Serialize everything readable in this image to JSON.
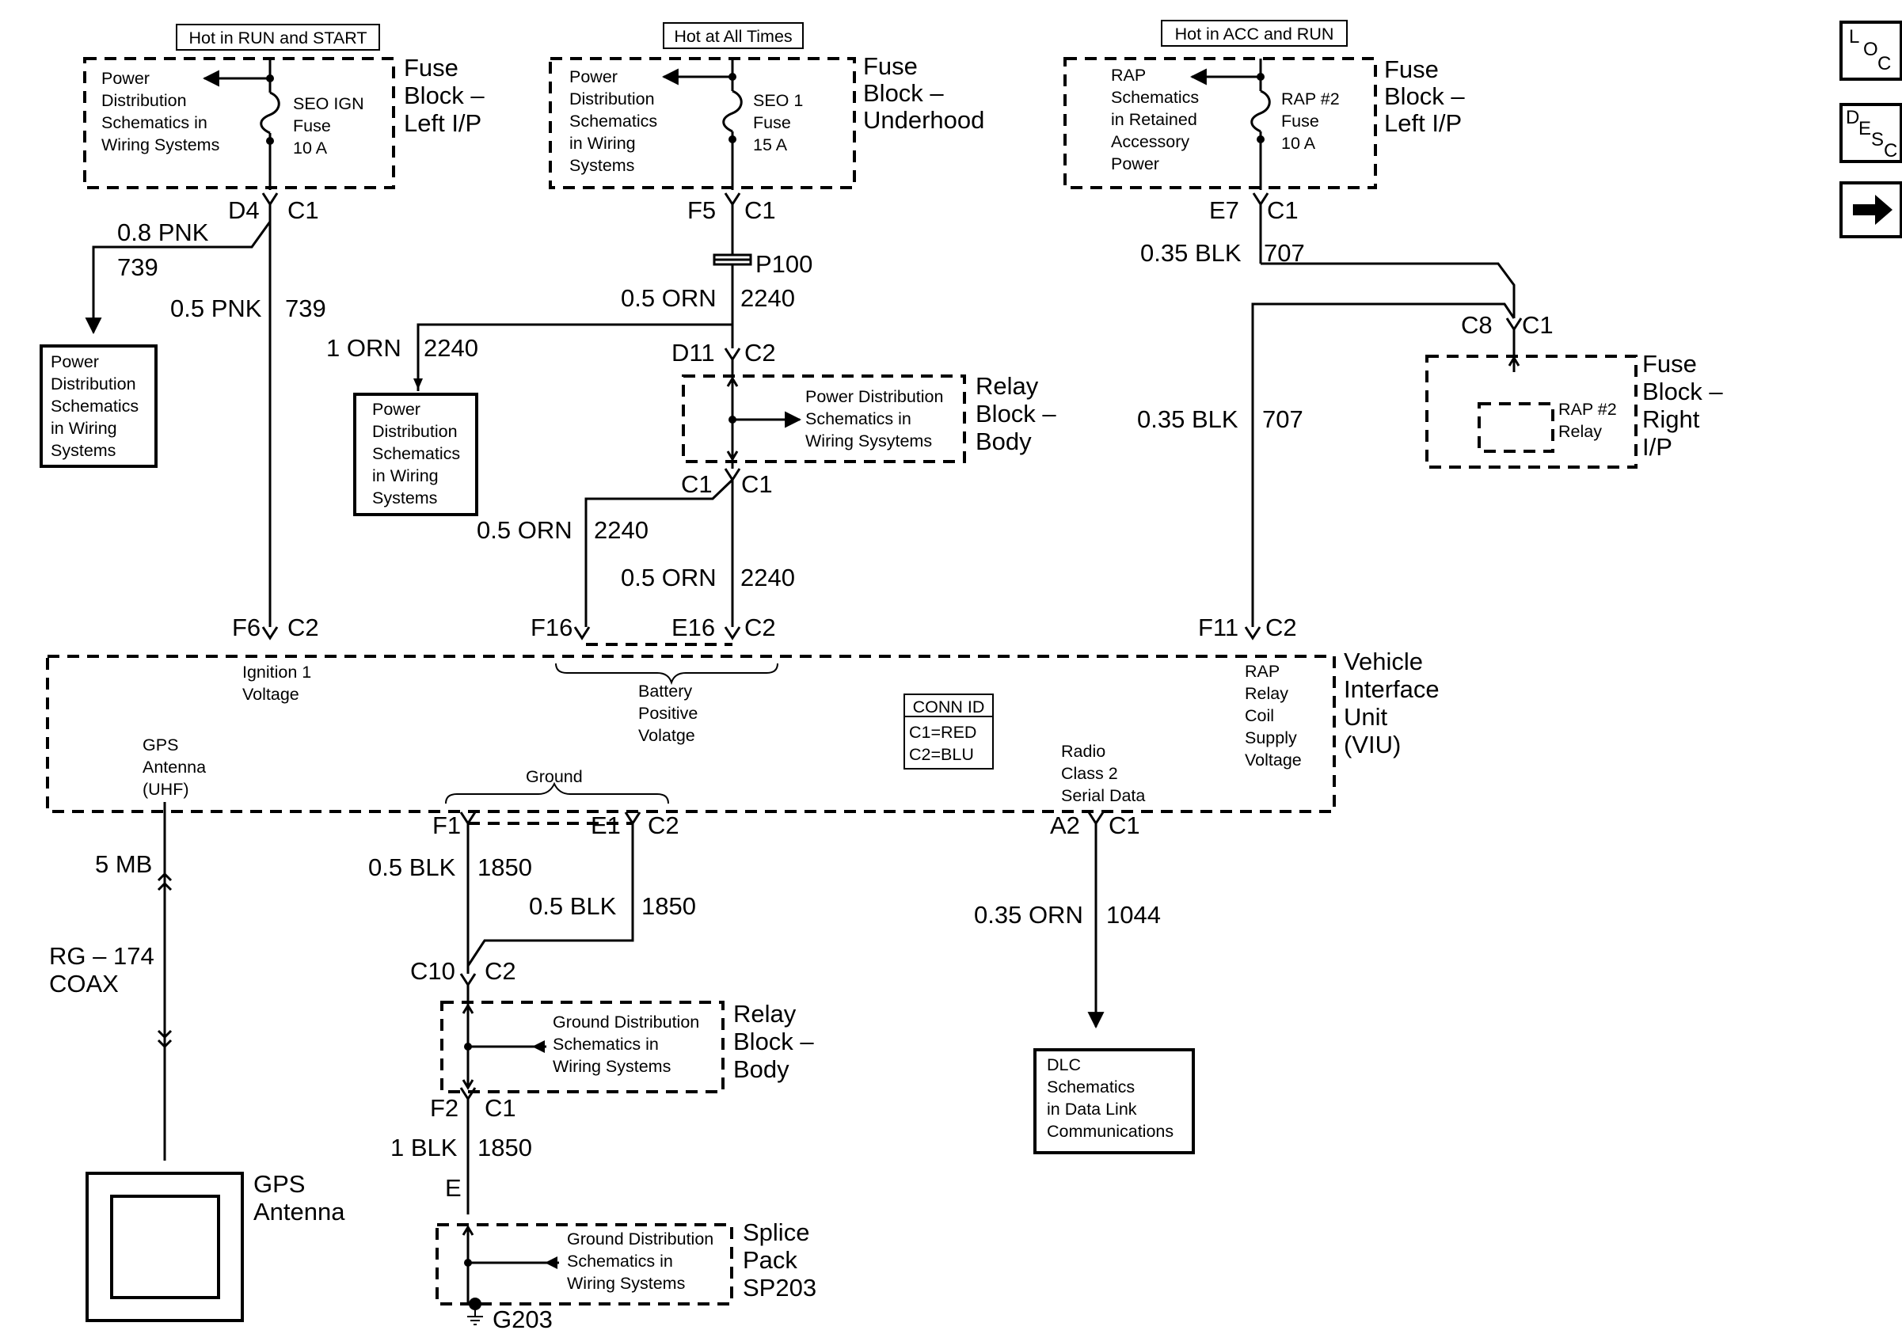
{
  "heads": {
    "run_start": "Hot in RUN and START",
    "all_times": "Hot at All Times",
    "acc_run": "Hot in ACC and RUN"
  },
  "fb_left": {
    "ref": [
      "Power",
      "Distribution",
      "Schematics in",
      "Wiring Systems"
    ],
    "fuse": [
      "SEO IGN",
      "Fuse",
      "10 A"
    ],
    "title": [
      "Fuse",
      "Block –",
      "Left I/P"
    ]
  },
  "fb_under": {
    "ref": [
      "Power",
      "Distribution",
      "Schematics",
      "in Wiring",
      "Systems"
    ],
    "fuse": [
      "SEO 1",
      "Fuse",
      "15 A"
    ],
    "title": [
      "Fuse",
      "Block –",
      "Underhood"
    ]
  },
  "fb_left2": {
    "ref": [
      "RAP",
      "Schematics",
      "in Retained",
      "Accessory",
      "Power"
    ],
    "fuse": [
      "RAP #2",
      "Fuse",
      "10 A"
    ],
    "title": [
      "Fuse",
      "Block –",
      "Left I/P"
    ]
  },
  "pins": {
    "d4": "D4",
    "d4c": "C1",
    "f5": "F5",
    "f5c": "C1",
    "e7": "E7",
    "e7c": "C1",
    "d11": "D11",
    "d11c": "C2",
    "c1a": "C1",
    "c1b": "C1",
    "c8": "C8",
    "c8c": "C1",
    "f6": "F6",
    "f6c": "C2",
    "f16": "F16",
    "e16": "E16",
    "e16c": "C2",
    "f11": "F11",
    "f11c": "C2",
    "f1": "F1",
    "e1": "E1",
    "e1c": "C2",
    "a2": "A2",
    "a2c": "C1",
    "c10": "C10",
    "c10c": "C2",
    "f2": "F2",
    "f2c": "C1",
    "e": "E"
  },
  "wires": {
    "w1a": "0.8 PNK",
    "w1b": "739",
    "w2a": "0.5 PNK",
    "w2b": "739",
    "w3a": "0.5 ORN",
    "w3b": "2240",
    "w4a": "1 ORN",
    "w4b": "2240",
    "w5a": "0.5 ORN",
    "w5b": "2240",
    "w6a": "0.5 ORN",
    "w6b": "2240",
    "w7a": "0.35 BLK",
    "w7b": "707",
    "w8a": "0.35 BLK",
    "w8b": "707",
    "w9a": "0.5 BLK",
    "w9b": "1850",
    "w10a": "0.5 BLK",
    "w10b": "1850",
    "w11a": "0.35 ORN",
    "w11b": "1044",
    "w12a": "1 BLK",
    "w12b": "1850",
    "coax1": "5 MB",
    "coax2": [
      "RG – 174",
      "COAX"
    ]
  },
  "p100": "P100",
  "pd_left": [
    "Power",
    "Distribution",
    "Schematics",
    "in Wiring",
    "Systems"
  ],
  "pd_mid": [
    "Power",
    "Distribution",
    "Schematics",
    "in Wiring",
    "Systems"
  ],
  "relay_top": {
    "ref": [
      "Power Distribution",
      "Schematics in",
      "Wiring Sysytems"
    ],
    "title": [
      "Relay",
      "Block –",
      "Body"
    ]
  },
  "fb_right": {
    "relay": [
      "RAP #2",
      "Relay"
    ],
    "title": [
      "Fuse",
      "Block –",
      "Right",
      "I/P"
    ]
  },
  "viu": {
    "title": [
      "Vehicle",
      "Interface",
      "Unit",
      "(VIU)"
    ],
    "ign": [
      "Ignition 1",
      "Voltage"
    ],
    "batt": [
      "Battery",
      "Positive",
      "Volatge"
    ],
    "rap": [
      "RAP",
      "Relay",
      "Coil",
      "Supply",
      "Voltage"
    ],
    "gps": [
      "GPS",
      "Antenna",
      "(UHF)"
    ],
    "ground": "Ground",
    "radio": [
      "Radio",
      "Class 2",
      "Serial Data"
    ],
    "connid_title": "CONN ID",
    "connid": [
      "C1=RED",
      "C2=BLU"
    ]
  },
  "relay_bot": {
    "ref": [
      "Ground Distribution",
      "Schematics in",
      "Wiring Systems"
    ],
    "title": [
      "Relay",
      "Block –",
      "Body"
    ]
  },
  "splice": {
    "ref": [
      "Ground Distribution",
      "Schematics in",
      "Wiring Systems"
    ],
    "title": [
      "Splice",
      "Pack",
      "SP203"
    ],
    "ground": "G203"
  },
  "dlc": [
    "DLC",
    "Schematics",
    "in Data Link",
    "Communications"
  ],
  "gps_ant": [
    "GPS",
    "Antenna"
  ],
  "nav": {
    "loc": [
      "L",
      "O",
      "C"
    ],
    "desc": [
      "D",
      "E",
      "S",
      "C"
    ]
  }
}
